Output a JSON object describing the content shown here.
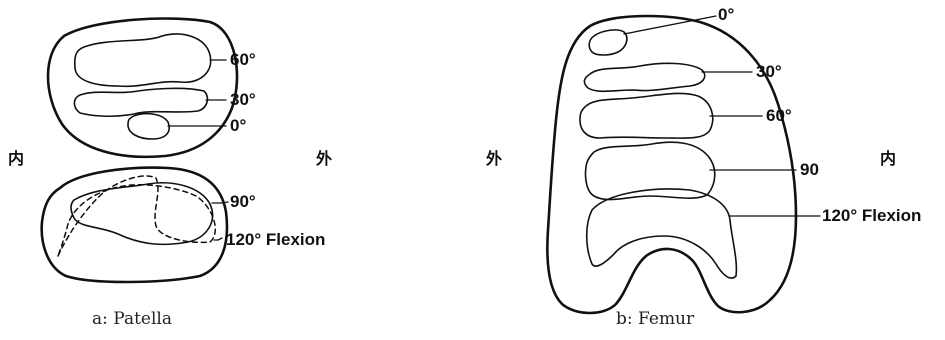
{
  "patella": {
    "angles": {
      "a60": "60°",
      "a30": "30°",
      "a0": "0°",
      "a90": "90°",
      "a120": "120° Flexion"
    },
    "left_side": "内",
    "right_side": "外",
    "caption": "a: Patella"
  },
  "femur": {
    "angles": {
      "a0": "0°",
      "a30": "30°",
      "a60": "60°",
      "a90": "90",
      "a120": "120° Flexion"
    },
    "left_side": "外",
    "right_side": "内",
    "caption": "b: Femur"
  }
}
